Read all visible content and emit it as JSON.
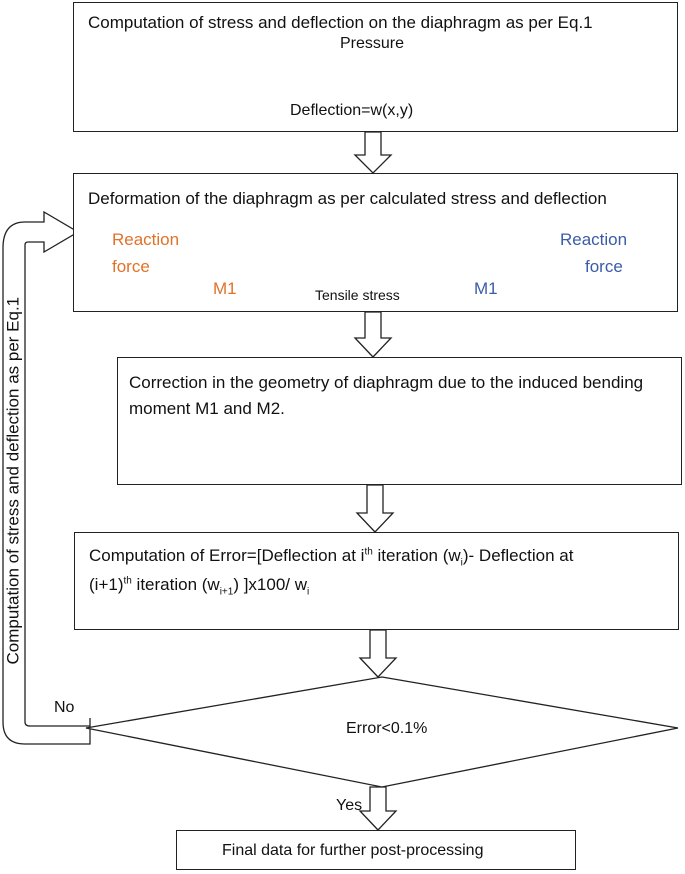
{
  "step1": {
    "text": "Computation of stress and deflection on the diaphragm as per Eq.1",
    "pressure_label": "Pressure",
    "deflection_label": "Deflection=w(x,y)"
  },
  "step2": {
    "text": "Deformation of the diaphragm as per calculated stress and deflection",
    "reaction_left_line1": "Reaction",
    "reaction_left_line2": "force",
    "reaction_right_line1": "Reaction",
    "reaction_right_line2": "force",
    "moment_left": "M1",
    "moment_right": "M1",
    "tensile_label": "Tensile stress"
  },
  "step3": {
    "line1": "Correction in the geometry of diaphragm due to the induced bending",
    "line2": "moment M1 and M2."
  },
  "step4": {
    "part1": "Computation of Error=[Deflection at i",
    "sup1": "th",
    "part2": " iteration (w",
    "sub1": "i",
    "part3": ")- Deflection at",
    "part4": "(i+1)",
    "sup2": "th",
    "part5": " iteration (w",
    "sub2": "i+1",
    "part6": ") ]x100/ w",
    "sub3": "i"
  },
  "decision": {
    "text": "Error<0.1%",
    "no_label": "No",
    "yes_label": "Yes"
  },
  "loop_label": "Computation of stress and deflection as per Eq.1",
  "final": {
    "text": "Final data for further post-processing"
  },
  "colors": {
    "orange": "#E0722A",
    "blue": "#3A5CA8",
    "line": "#222222"
  }
}
